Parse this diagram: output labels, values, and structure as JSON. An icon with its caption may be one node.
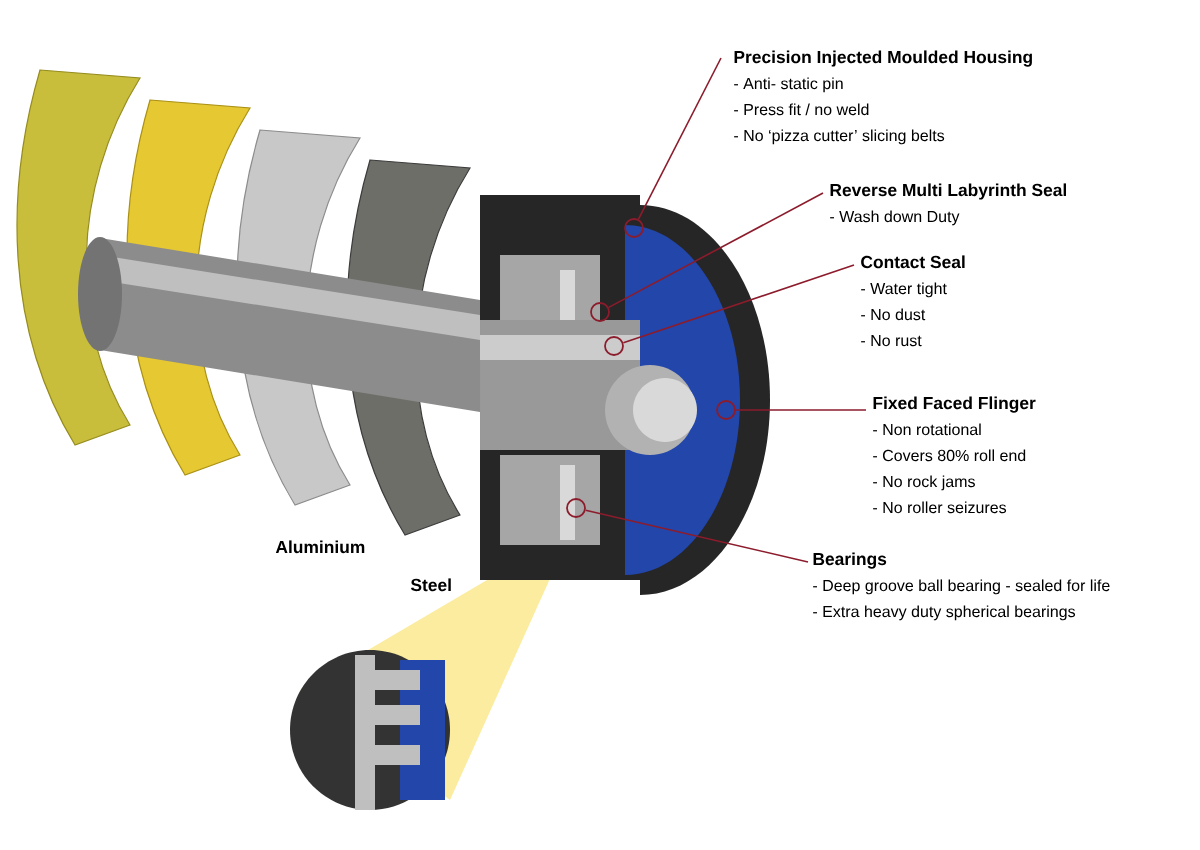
{
  "diagram": {
    "nodes": [
      {
        "text": [
          "Precision Injected Moulded Housing",
          "- Anti- static pin",
          "- Press fit / no weld",
          "- No ‘pizza cutter’ slicing belts"
        ]
      },
      {
        "text": [
          "Reverse Multi Labyrinth Seal",
          "- Wash down Duty"
        ]
      },
      {
        "text": [
          "Contact Seal",
          "- Water tight",
          "- No dust",
          "- No rust"
        ]
      },
      {
        "text": [
          "Fixed Faced Flinger",
          "- Non rotational",
          "- Covers 80% roll end",
          "- No rock jams",
          "- No roller seizures"
        ]
      },
      {
        "text": [
          "Bearings",
          "- Deep groove ball bearing - sealed for life",
          "- Extra heavy duty spherical bearings"
        ]
      },
      {
        "text": [],
        "shape": "circle"
      },
      {
        "text": [],
        "shape": "circle"
      },
      {
        "text": [],
        "shape": "circle"
      },
      {
        "text": [],
        "shape": "circle"
      },
      {
        "text": [],
        "shape": "circle"
      }
    ],
    "edges": [
      {
        "from": 0,
        "to": 5,
        "arrow": "none"
      },
      {
        "from": 1,
        "to": 6,
        "arrow": "none"
      },
      {
        "from": 2,
        "to": 7,
        "arrow": "none"
      },
      {
        "from": 3,
        "to": 8,
        "arrow": "none"
      },
      {
        "from": 4,
        "to": 9,
        "arrow": "none"
      }
    ],
    "labels": [
      "Aluminium",
      "Steel"
    ]
  }
}
